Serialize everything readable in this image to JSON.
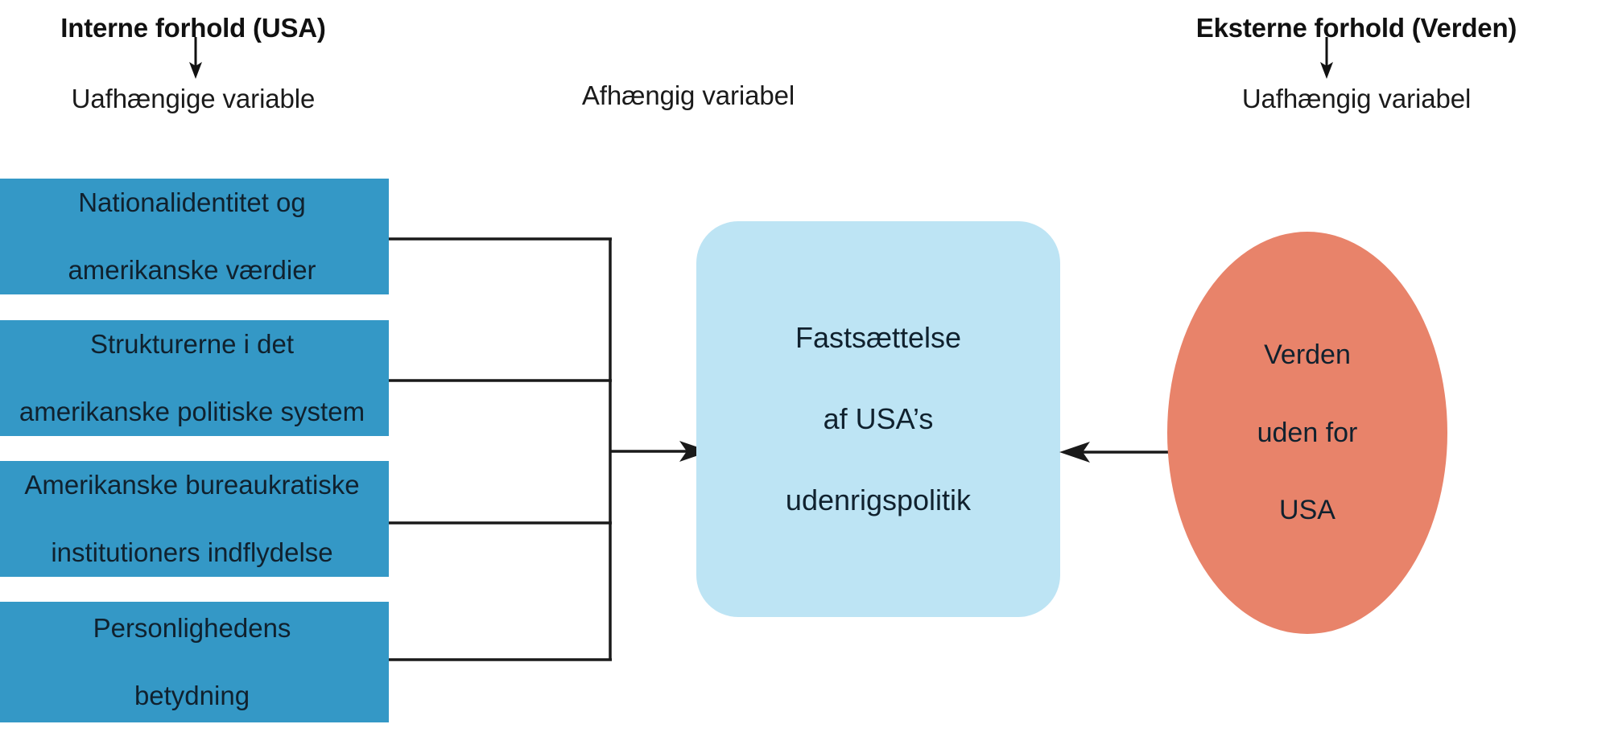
{
  "headers": {
    "left": {
      "title": "Interne forhold (USA)",
      "subtitle": "Uafhængige variable",
      "arrow_icon": "arrow-down-icon"
    },
    "middle": {
      "subtitle": "Afhængig variabel"
    },
    "right": {
      "title": "Eksterne forhold (Verden)",
      "subtitle": "Uafhængig variabel",
      "arrow_icon": "arrow-down-icon"
    }
  },
  "independent_variables": [
    {
      "line1": "Nationalidentitet og",
      "line2": "amerikanske værdier"
    },
    {
      "line1": "Strukturerne i det",
      "line2": "amerikanske politiske system"
    },
    {
      "line1": "Amerikanske bureaukratiske",
      "line2": "institutioners indflydelse"
    },
    {
      "line1": "Personlighedens",
      "line2": "betydning"
    }
  ],
  "dependent_variable": {
    "line1": "Fastsættelse",
    "line2": "af USA’s",
    "line3": "udenrigspolitik"
  },
  "external_variable": {
    "line1": "Verden",
    "line2": "uden for",
    "line3": "USA"
  },
  "connectors": {
    "inbound_arrow_icon": "arrow-right-icon",
    "external_arrow_icon": "arrow-left-icon",
    "bus_icon": "bracket-connector-icon"
  },
  "colors": {
    "bar_blue": "#3498c6",
    "centre_light_blue": "#bde4f4",
    "ellipse_orange": "#e8836a",
    "line_black": "#1a1a1a",
    "text_dark": "#10212e",
    "background": "#ffffff"
  }
}
